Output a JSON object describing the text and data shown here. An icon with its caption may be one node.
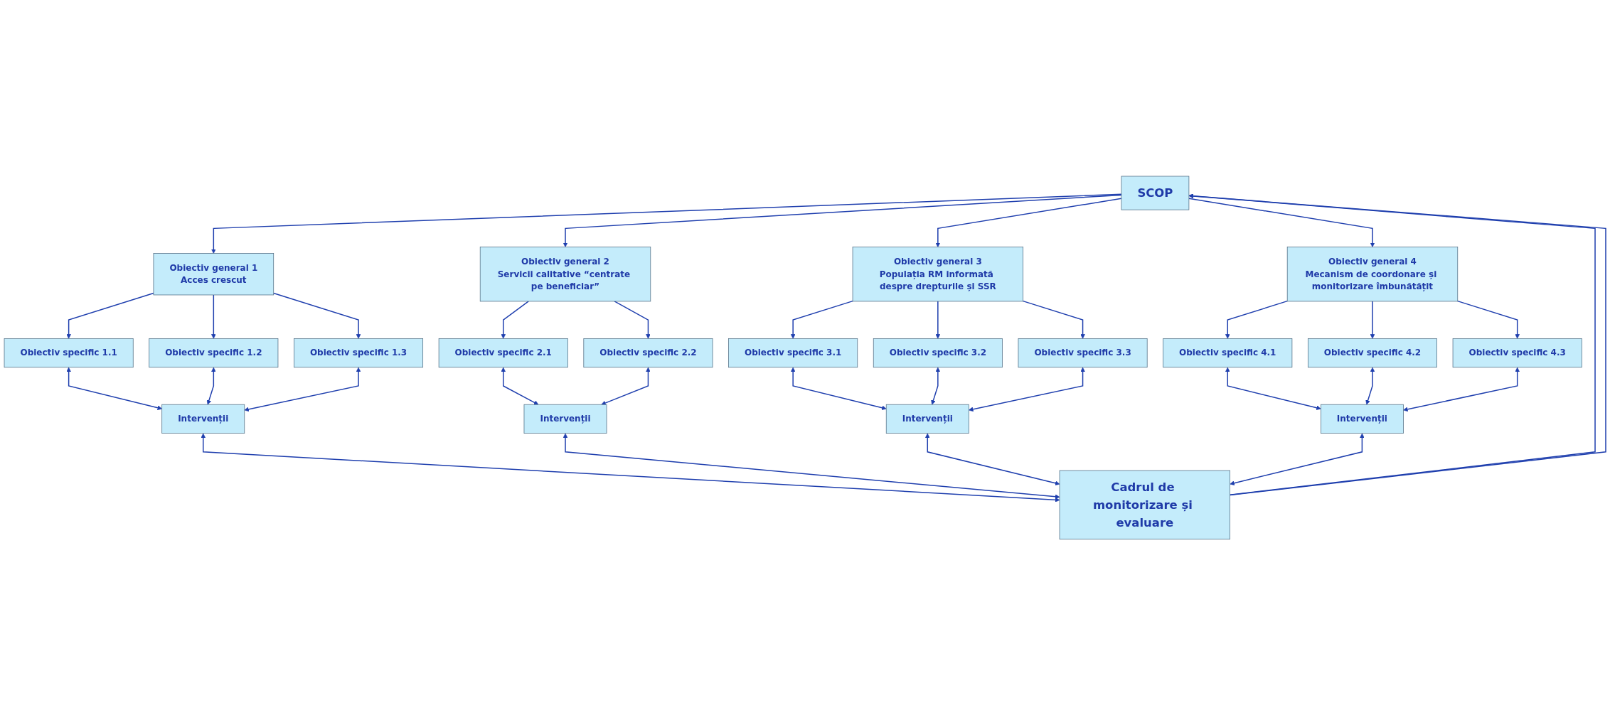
{
  "diagram": {
    "nodes": [
      {
        "text": [
          "SCOP"
        ]
      },
      {
        "text": [
          "Obiectiv general 1",
          "Acces crescut"
        ]
      },
      {
        "text": [
          "Obiectiv general 2",
          "Servicii calitative “centrate pe beneficiar”"
        ]
      },
      {
        "text": [
          "Obiectiv general 3",
          "Populația RM informată despre drepturile și SSR"
        ]
      },
      {
        "text": [
          "Obiectiv general 4",
          "Mecanism de coordonare și monitorizare îmbunătățit"
        ]
      },
      {
        "text": [
          "Obiectiv specific 1.1"
        ]
      },
      {
        "text": [
          "Obiectiv specific 1.2"
        ]
      },
      {
        "text": [
          "Obiectiv specific 1.3"
        ]
      },
      {
        "text": [
          "Obiectiv specific 2.1"
        ]
      },
      {
        "text": [
          "Obiectiv specific 2.2"
        ]
      },
      {
        "text": [
          "Obiectiv specific 3.1"
        ]
      },
      {
        "text": [
          "Obiectiv specific 3.2"
        ]
      },
      {
        "text": [
          "Obiectiv specific 3.3"
        ]
      },
      {
        "text": [
          "Obiectiv specific 4.1"
        ]
      },
      {
        "text": [
          "Obiectiv specific 4.2"
        ]
      },
      {
        "text": [
          "Obiectiv specific 4.3"
        ]
      },
      {
        "text": [
          "Intervenții"
        ]
      },
      {
        "text": [
          "Intervenții"
        ]
      },
      {
        "text": [
          "Intervenții"
        ]
      },
      {
        "text": [
          "Intervenții"
        ]
      },
      {
        "text": [
          "Cadrul de monitorizare și evaluare"
        ]
      }
    ],
    "edges": [
      {
        "from": 0,
        "to": 1,
        "arrow": "to"
      },
      {
        "from": 0,
        "to": 2,
        "arrow": "to"
      },
      {
        "from": 0,
        "to": 3,
        "arrow": "to"
      },
      {
        "from": 0,
        "to": 4,
        "arrow": "to"
      },
      {
        "from": 1,
        "to": 5,
        "arrow": "to"
      },
      {
        "from": 1,
        "to": 6,
        "arrow": "to"
      },
      {
        "from": 1,
        "to": 7,
        "arrow": "to"
      },
      {
        "from": 2,
        "to": 8,
        "arrow": "to"
      },
      {
        "from": 2,
        "to": 9,
        "arrow": "to"
      },
      {
        "from": 3,
        "to": 10,
        "arrow": "to"
      },
      {
        "from": 3,
        "to": 11,
        "arrow": "to"
      },
      {
        "from": 3,
        "to": 12,
        "arrow": "to"
      },
      {
        "from": 4,
        "to": 13,
        "arrow": "to"
      },
      {
        "from": 4,
        "to": 14,
        "arrow": "to"
      },
      {
        "from": 4,
        "to": 15,
        "arrow": "to"
      },
      {
        "from": 5,
        "to": 16,
        "arrow": "both"
      },
      {
        "from": 6,
        "to": 16,
        "arrow": "both"
      },
      {
        "from": 7,
        "to": 16,
        "arrow": "both"
      },
      {
        "from": 8,
        "to": 17,
        "arrow": "both"
      },
      {
        "from": 9,
        "to": 17,
        "arrow": "both"
      },
      {
        "from": 10,
        "to": 18,
        "arrow": "both"
      },
      {
        "from": 11,
        "to": 18,
        "arrow": "both"
      },
      {
        "from": 12,
        "to": 18,
        "arrow": "both"
      },
      {
        "from": 13,
        "to": 19,
        "arrow": "both"
      },
      {
        "from": 14,
        "to": 19,
        "arrow": "both"
      },
      {
        "from": 15,
        "to": 19,
        "arrow": "both"
      },
      {
        "from": 16,
        "to": 20,
        "arrow": "both"
      },
      {
        "from": 17,
        "to": 20,
        "arrow": "both"
      },
      {
        "from": 18,
        "to": 20,
        "arrow": "both"
      },
      {
        "from": 19,
        "to": 20,
        "arrow": "both"
      },
      {
        "from": 20,
        "to": 0,
        "arrow": "to"
      },
      {
        "from": 20,
        "to": 0,
        "arrow": "to"
      }
    ]
  }
}
